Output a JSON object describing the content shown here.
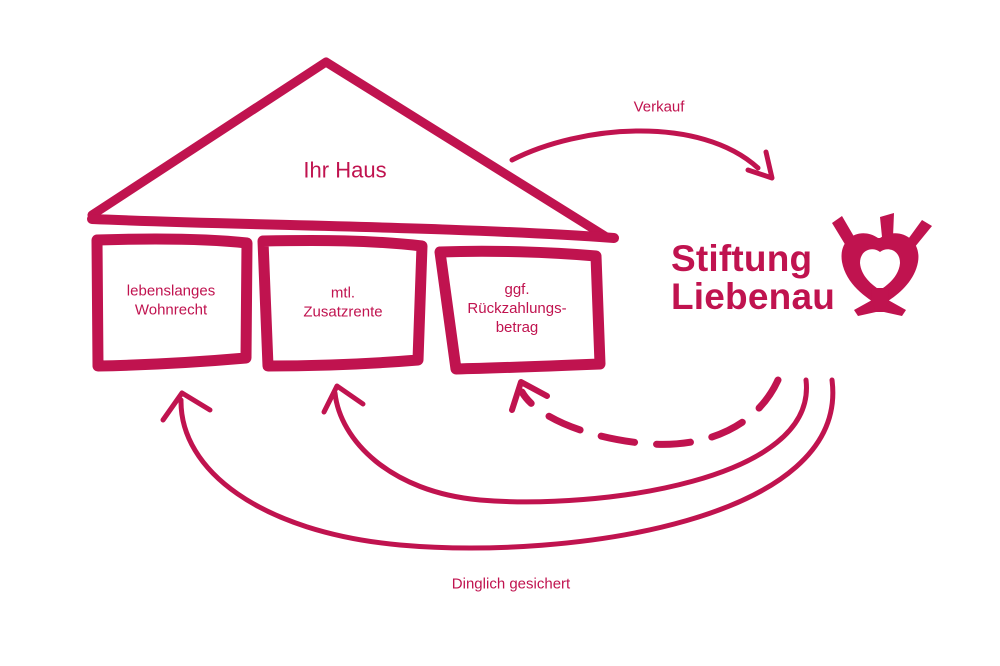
{
  "colors": {
    "accent": "#c0134f",
    "background": "#ffffff"
  },
  "house": {
    "title": "Ihr Haus",
    "boxes": [
      {
        "line1": "lebenslanges",
        "line2": "Wohnrecht",
        "line3": ""
      },
      {
        "line1": "mtl.",
        "line2": "Zusatzrente",
        "line3": ""
      },
      {
        "line1": "ggf.",
        "line2": "Rückzahlungs-",
        "line3": "betrag"
      }
    ]
  },
  "flows": {
    "sale": "Verkauf",
    "secured": "Dinglich gesichert"
  },
  "logo": {
    "line1": "Stiftung",
    "line2": "Liebenau",
    "icon": "tree-heart-icon"
  }
}
